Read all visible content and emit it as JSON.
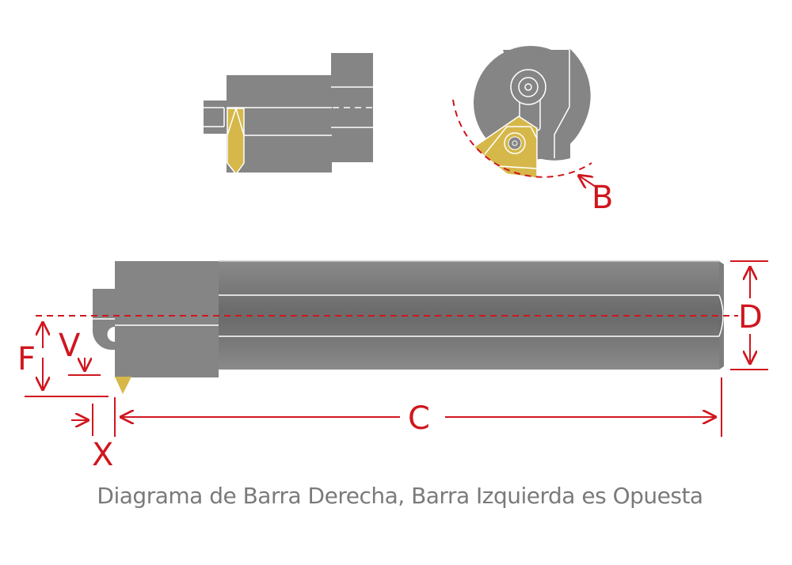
{
  "diagram": {
    "title": "Boring bar dimension diagram",
    "views": [
      "top-view",
      "end-view",
      "side-view"
    ],
    "labels": {
      "B": "B",
      "C": "C",
      "D": "D",
      "F": "F",
      "V": "V",
      "X": "X"
    },
    "colors": {
      "body": "#858585",
      "body_dark": "#6e6e6e",
      "insert": "#d6b84a",
      "dimension": "#d0161e",
      "caption": "#7a7a7a",
      "background": "#ffffff"
    }
  },
  "caption": "Diagrama de Barra Derecha, Barra Izquierda es Opuesta"
}
